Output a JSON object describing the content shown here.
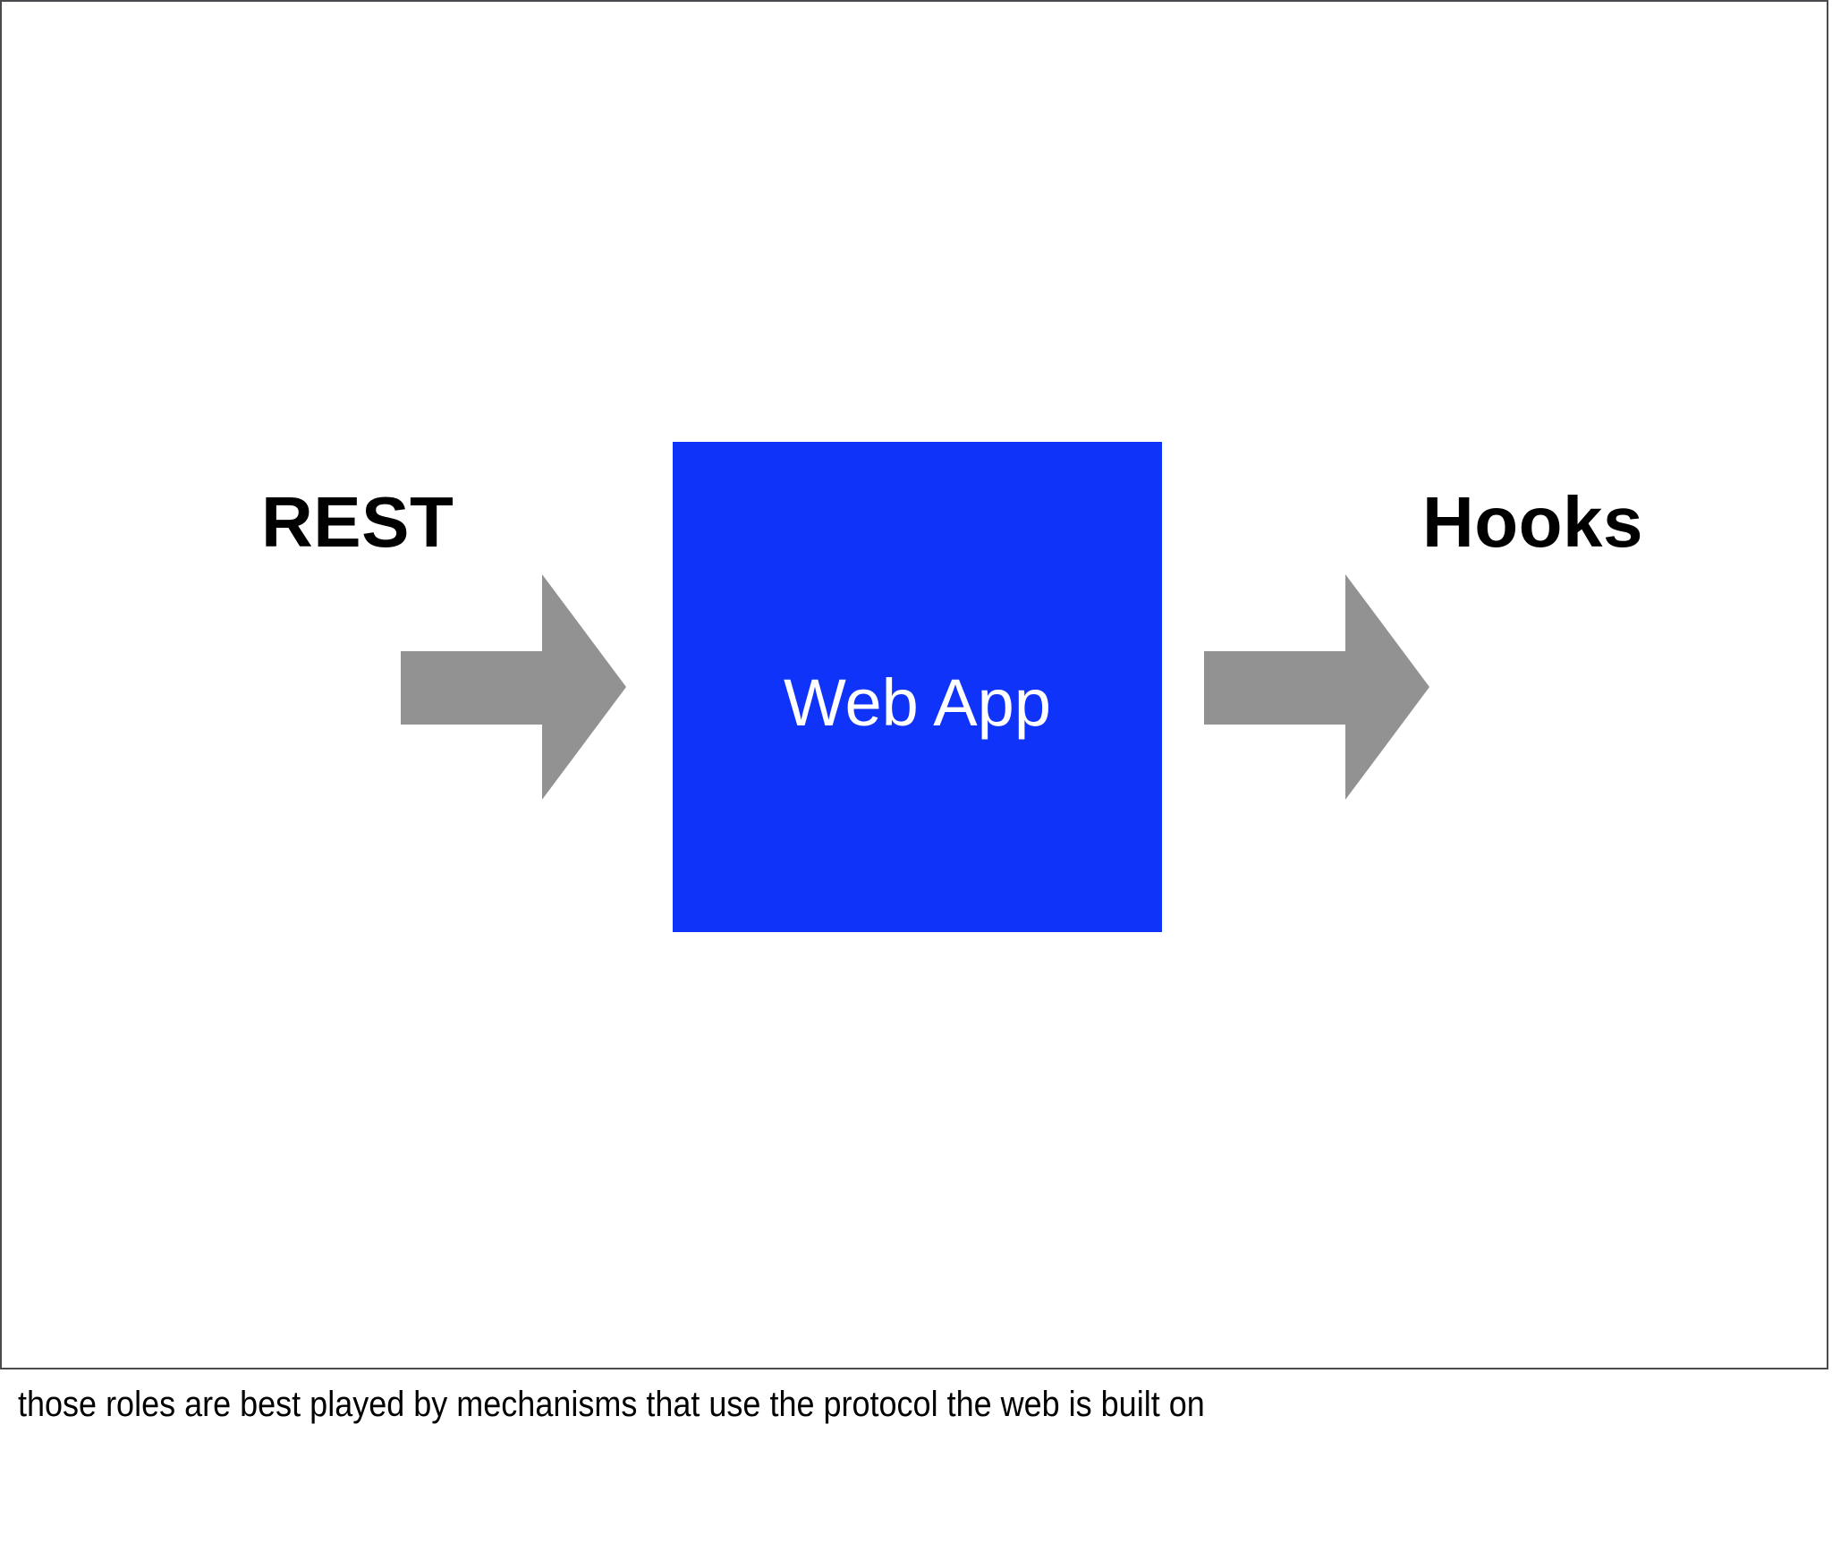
{
  "slide": {
    "diagram": {
      "title_left": "REST",
      "title_right": "Hooks",
      "center_node_label": "Web App",
      "center_node_color": "#0f33f8",
      "center_node_text_color": "#ffffff",
      "arrow_color": "#929292",
      "arrow_left_name": "rest-arrow",
      "arrow_right_name": "hooks-arrow",
      "arrow_left_direction": "right",
      "arrow_right_direction": "right"
    },
    "border_color": "#4a4a4f",
    "background_color": "#ffffff"
  },
  "caption": {
    "text": "those roles are best played by mechanisms that use the protocol the web is built on"
  }
}
